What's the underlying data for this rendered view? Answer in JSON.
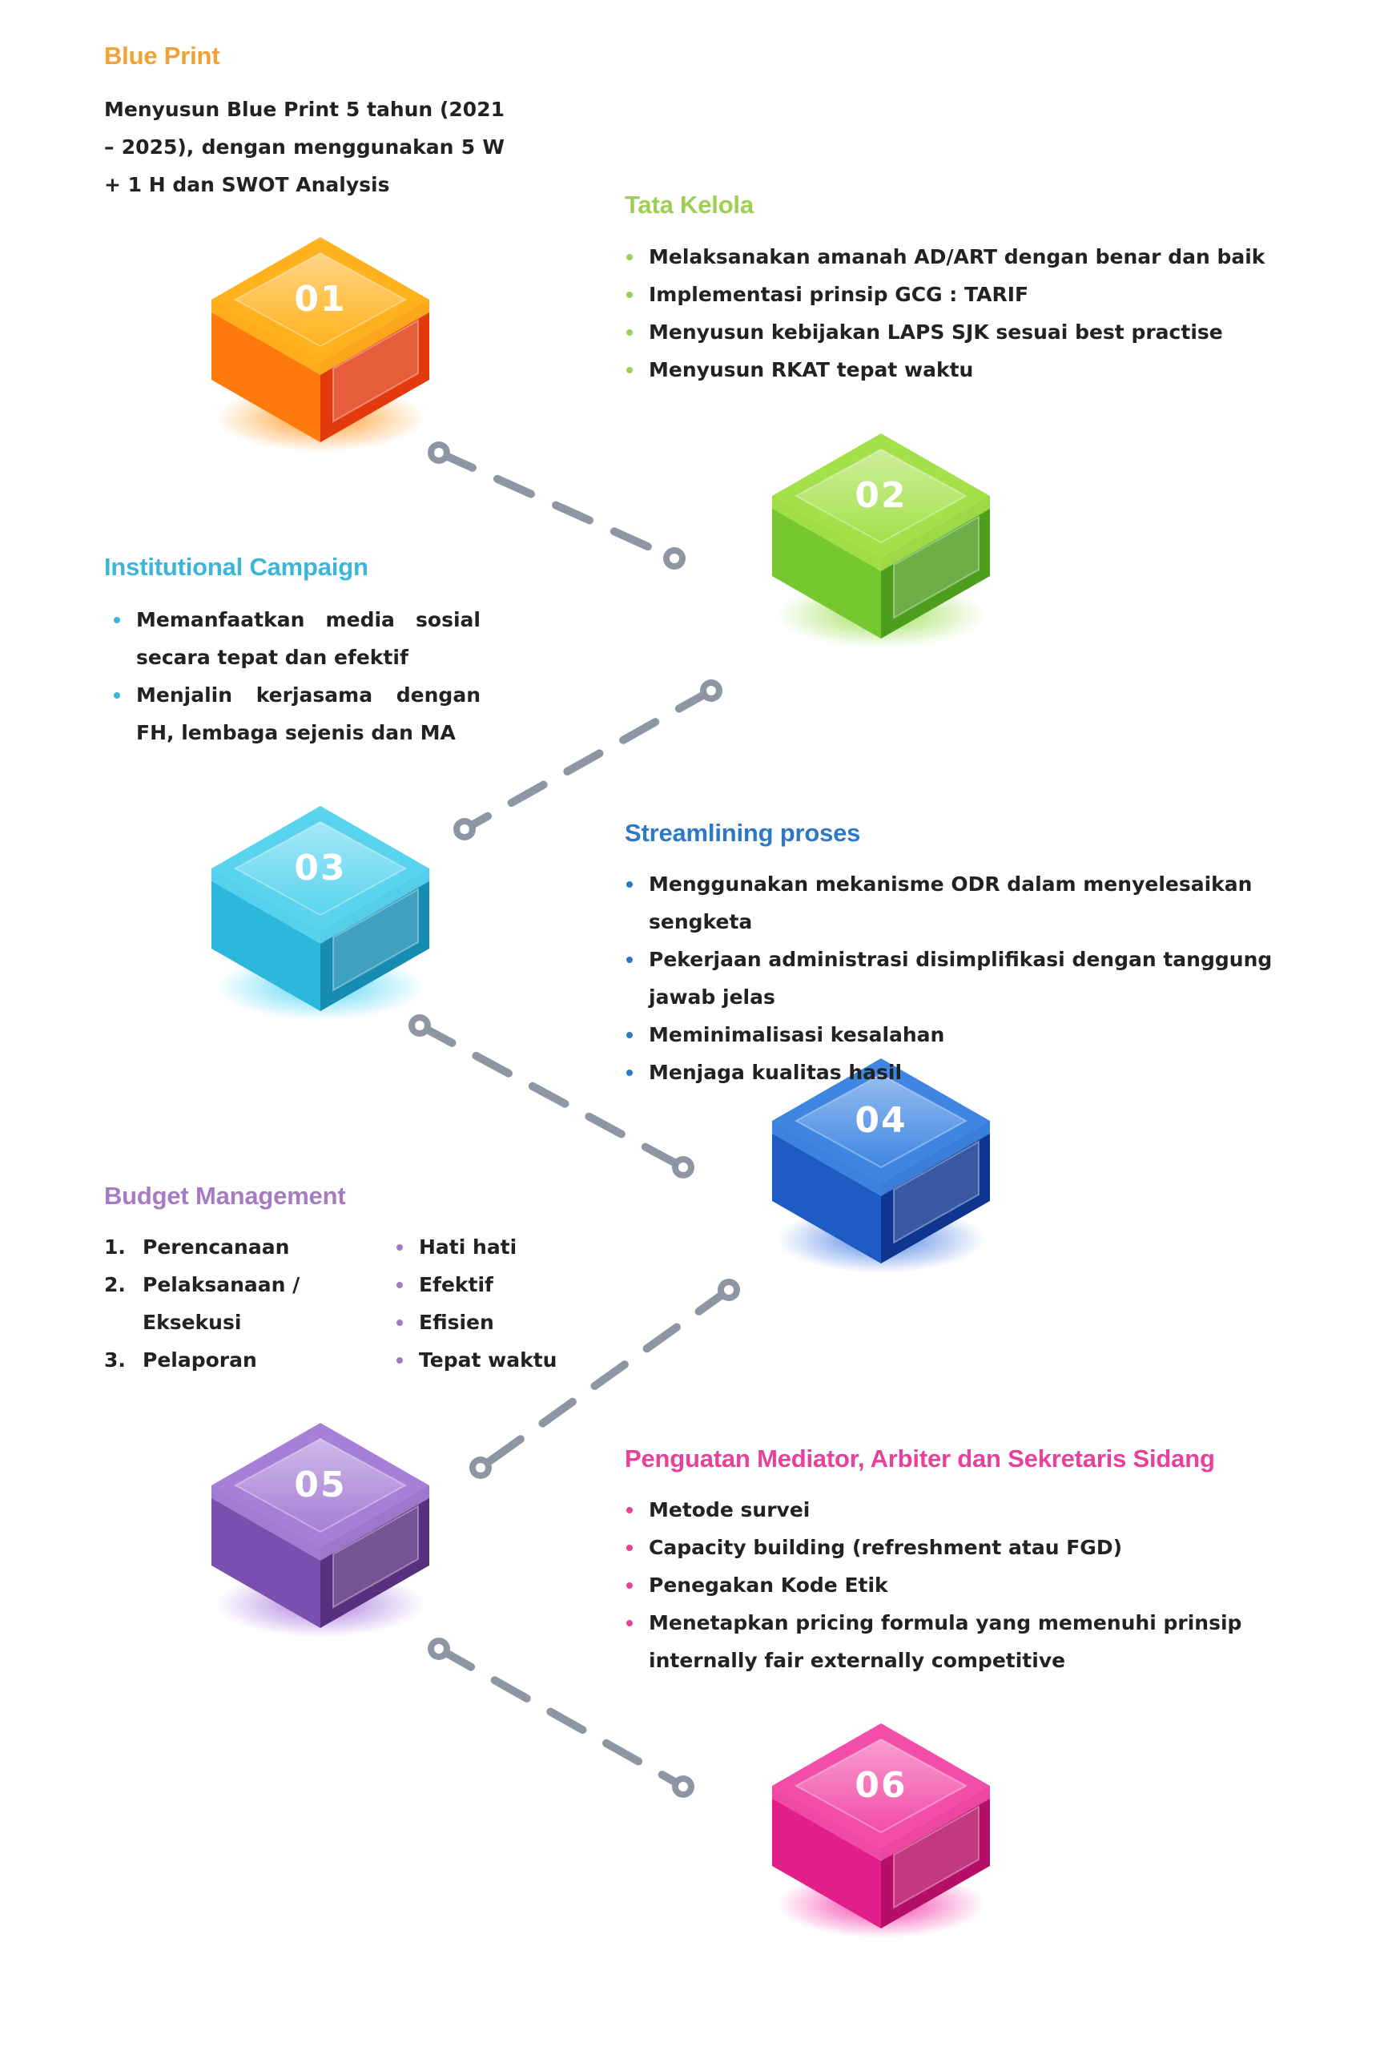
{
  "steps": [
    {
      "number": "01",
      "title": "Blue Print",
      "title_color": "#F0A234",
      "description": "Menyusun Blue  Print 5 tahun (2021 – 2025), dengan menggunakan 5 W + 1 H dan SWOT Analysis",
      "cube_colors": {
        "top": "#FFB21E",
        "front": "#FF7A0C",
        "right": "#E23A0E",
        "glow": "#FF8A00"
      }
    },
    {
      "number": "02",
      "title": "Tata Kelola",
      "title_color": "#9CCF52",
      "bullet_color": "#9CCF52",
      "items": [
        "Melaksanakan amanah AD/ART dengan benar dan baik",
        "Implementasi prinsip GCG : TARIF",
        "Menyusun kebijakan LAPS SJK sesuai best practise",
        "Menyusun RKAT tepat waktu"
      ],
      "cube_colors": {
        "top": "#A4E04A",
        "front": "#77C82E",
        "right": "#4E9E1E",
        "glow": "#8CD83A"
      }
    },
    {
      "number": "03",
      "title": "Institutional Campaign",
      "title_color": "#3BB6D8",
      "bullet_color": "#3BB6D8",
      "items": [
        "Memanfaatkan media sosial secara tepat dan efektif",
        "Menjalin kerjasama dengan  FH, lembaga sejenis dan MA"
      ],
      "cube_colors": {
        "top": "#5AD4EE",
        "front": "#2CB8DC",
        "right": "#168CB2",
        "glow": "#3BD0F2"
      }
    },
    {
      "number": "04",
      "title": "Streamlining proses",
      "title_color": "#2F78C4",
      "bullet_color": "#2F78C4",
      "items": [
        "Menggunakan mekanisme ODR dalam menyelesaikan sengketa",
        "Pekerjaan administrasi disimplifikasi dengan tanggung jawab jelas",
        "Meminimalisasi kesalahan",
        "Menjaga kualitas hasil"
      ],
      "cube_colors": {
        "top": "#3F86E2",
        "front": "#1E5CC4",
        "right": "#0E3590",
        "glow": "#2F6EE0"
      }
    },
    {
      "number": "05",
      "title": "Budget Management",
      "title_color": "#A77BC4",
      "bullet_color": "#A77BC4",
      "ordered_items": [
        {
          "num": "1.",
          "text": "Perencanaan"
        },
        {
          "num": "2.",
          "text": "Pelaksanaan / Eksekusi"
        },
        {
          "num": "3.",
          "text": "Pelaporan"
        }
      ],
      "items": [
        "Hati hati",
        "Efektif",
        "Efisien",
        "Tepat waktu"
      ],
      "cube_colors": {
        "top": "#A67FD6",
        "front": "#7B4FB0",
        "right": "#58307F",
        "glow": "#9A66D8"
      }
    },
    {
      "number": "06",
      "title": "Penguatan Mediator, Arbiter dan Sekretaris Sidang",
      "title_color": "#E6419B",
      "bullet_color": "#E6419B",
      "items": [
        "Metode survei",
        "Capacity building (refreshment atau FGD)",
        "Penegakan Kode Etik",
        "Menetapkan pricing formula yang memenuhi prinsip internally fair externally competitive"
      ],
      "cube_colors": {
        "top": "#F24DA8",
        "front": "#E21E8A",
        "right": "#B50E66",
        "glow": "#F0189A"
      }
    }
  ],
  "connector_color": "#8E96A3"
}
